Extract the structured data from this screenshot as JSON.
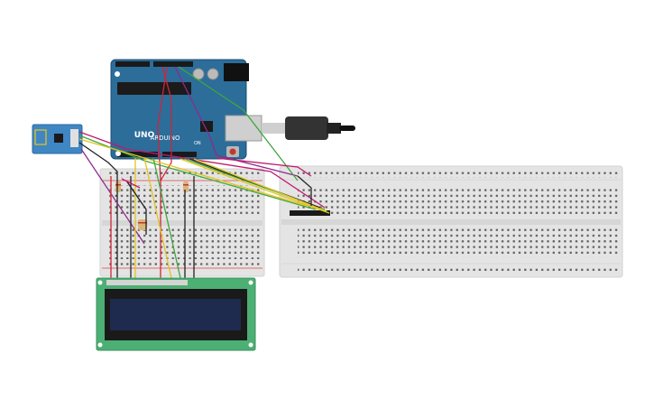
{
  "components": {
    "arduino": {
      "brand": "ARDUINO",
      "model": "UNO",
      "on_label": "ON"
    },
    "breadboard_large": {
      "columns": 60,
      "rows_per_half": 5
    },
    "breadboard_small": {
      "columns": 30,
      "rows_per_half": 5
    },
    "lcd": {
      "type": "16x2 character LCD",
      "pins": 16,
      "body_color": "#4caf73",
      "screen_color": "#1e2b4e"
    },
    "wifi_module": {
      "type": "ESP8266 ESP-01",
      "color": "#3f86c4"
    },
    "usb_cable": {
      "color": "#333333"
    },
    "resistors": {
      "count": 3
    },
    "header": {
      "pins": 8
    }
  },
  "wire_colors": {
    "red": "#d0253a",
    "green": "#3fa73c",
    "yellow": "#e2c41e",
    "black": "#222222",
    "purple": "#8e2a8e",
    "magenta": "#c2196c",
    "olive": "#8a8f2a"
  },
  "colors": {
    "arduino": "#2c6d9a",
    "arduino_dark": "#1d4f74",
    "breadboard": "#e4e4e4",
    "lcd_board": "#4caf73",
    "lcd_screen": "#1e2b4e"
  }
}
